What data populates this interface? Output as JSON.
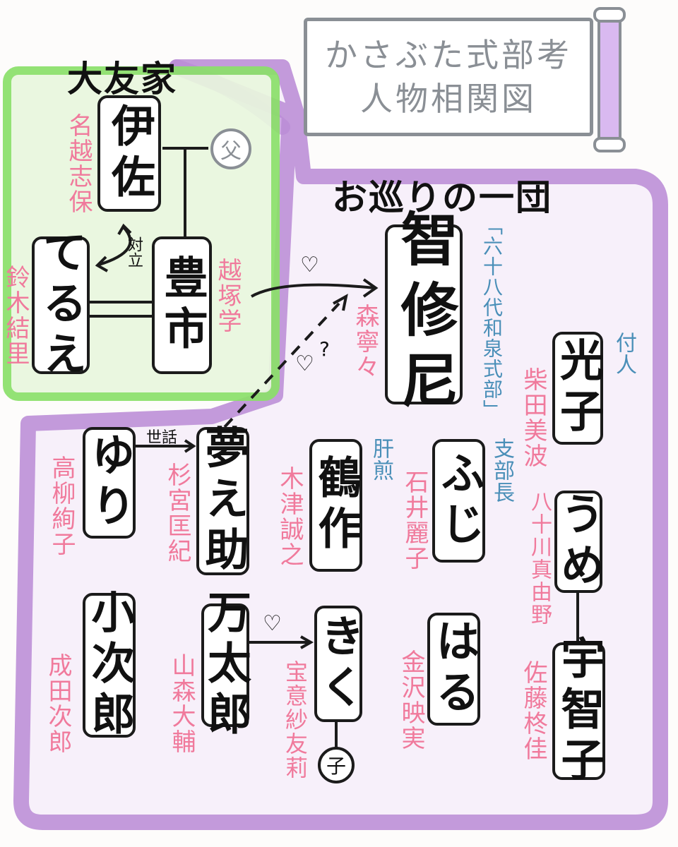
{
  "title": {
    "line1": "かさぶた式部考",
    "line2": "人物相関図"
  },
  "groups": {
    "otomo": "大友家",
    "troupe": "お巡りの一団"
  },
  "characters": {
    "isa": {
      "name": "伊佐",
      "actor": "名越志保"
    },
    "terue": {
      "name": "てるえ",
      "actor": "鈴木結里"
    },
    "toyoichi": {
      "name": "豊市",
      "actor": "越塚学"
    },
    "chishuni": {
      "name": "智修尼",
      "actor": "森寧々",
      "note": "「六十八代和泉式部」"
    },
    "mitsuko": {
      "name": "光子",
      "actor": "柴田美波",
      "note": "付人"
    },
    "ume": {
      "name": "うめ",
      "actor": "八十川真由野"
    },
    "uchiko": {
      "name": "宇智子",
      "actor": "佐藤柊佳"
    },
    "yuri": {
      "name": "ゆり",
      "actor": "高柳絢子"
    },
    "yumenosuke": {
      "name": "夢え助",
      "actor": "杉宮匡紀"
    },
    "tsurusaku": {
      "name": "鶴作",
      "actor": "木津誠之",
      "note": "肝煎"
    },
    "fuji": {
      "name": "ふじ",
      "actor": "石井麗子",
      "note": "支部長"
    },
    "kojiro": {
      "name": "小次郎",
      "actor": "成田次郎"
    },
    "mantaro": {
      "name": "万太郎",
      "actor": "山森大輔"
    },
    "kiku": {
      "name": "きく",
      "actor": "宝意紗友莉"
    },
    "haru": {
      "name": "はる",
      "actor": "金沢映実"
    }
  },
  "relations": {
    "father": "父",
    "child": "子",
    "conflict": "対立",
    "care": "世話",
    "love_mark": "♡",
    "question": "?"
  },
  "colors": {
    "otomo_border": "#8be06a",
    "otomo_fill": "#e9f7de",
    "troupe_border": "#b98ad6",
    "troupe_fill": "#f7effa",
    "actor_text": "#f07a9c",
    "note_text": "#4a8fb8",
    "title_gray": "#8a8f95"
  }
}
